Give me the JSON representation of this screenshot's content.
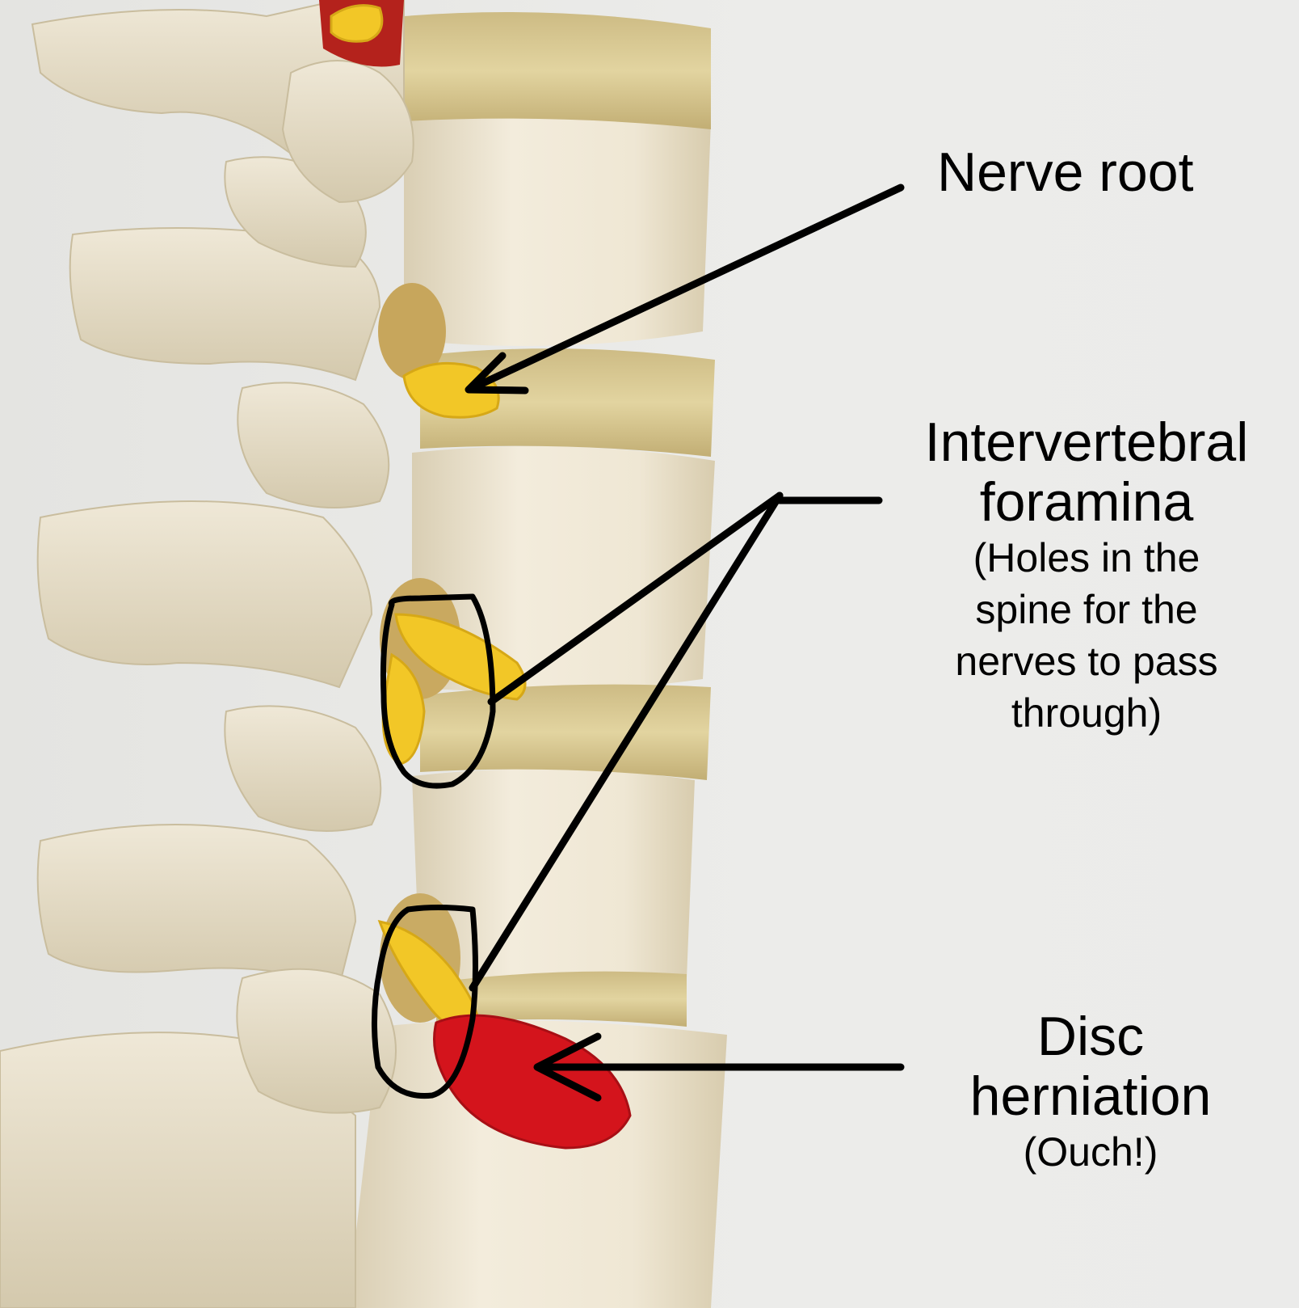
{
  "labels": {
    "nerve_root": "Nerve root",
    "foramina_title_1": "Intervertebral",
    "foramina_title_2": "foramina",
    "foramina_note_1": "(Holes in the",
    "foramina_note_2": "spine for the",
    "foramina_note_3": "nerves to pass",
    "foramina_note_4": "through)",
    "disc_title_1": "Disc",
    "disc_title_2": "herniation",
    "disc_note": "(Ouch!)"
  },
  "colors": {
    "bone": "#efe7d4",
    "bone_shadow": "#cbbf9f",
    "disc": "#d8c792",
    "nerve": "#f2c727",
    "herniation": "#d4141c",
    "spinal_cord_gap": "#b4221c",
    "annotation": "#000000",
    "background": "#eaeae8"
  }
}
